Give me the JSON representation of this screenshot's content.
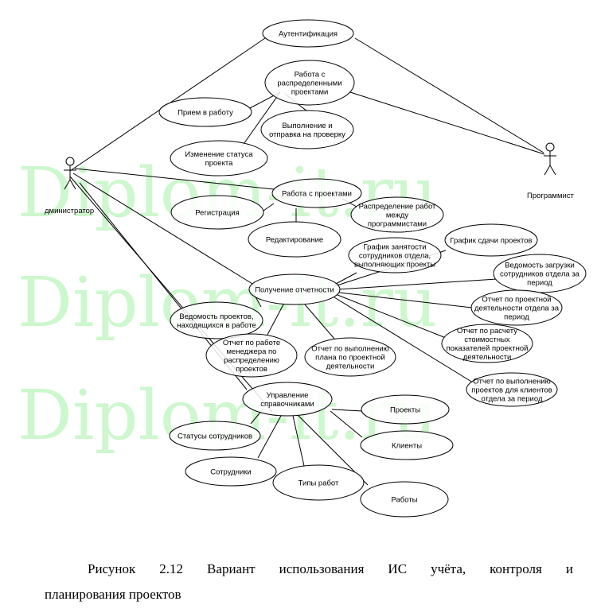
{
  "watermark": {
    "text": "Diplom-it.ru"
  },
  "actors": [
    {
      "id": "admin",
      "label": "дминистратор"
    },
    {
      "id": "prog",
      "label": "Программист"
    }
  ],
  "usecases": [
    {
      "id": "auth",
      "lines": [
        "Аутентификация"
      ]
    },
    {
      "id": "distrib",
      "lines": [
        "Работа с",
        "распределенными",
        "проектами"
      ]
    },
    {
      "id": "hire",
      "lines": [
        "Прием в работу"
      ]
    },
    {
      "id": "exec",
      "lines": [
        "Выполнение и",
        "отправка на проверку"
      ]
    },
    {
      "id": "status",
      "lines": [
        "Изменение статуса",
        "проекта"
      ]
    },
    {
      "id": "projects",
      "lines": [
        "Работа с проектами"
      ]
    },
    {
      "id": "reg",
      "lines": [
        "Регистрация"
      ]
    },
    {
      "id": "assign",
      "lines": [
        "Распределение работ",
        "между",
        "программистами"
      ]
    },
    {
      "id": "edit",
      "lines": [
        "Редактирование"
      ]
    },
    {
      "id": "busy",
      "lines": [
        "График занятости",
        "сотрудников отдела,",
        "выполняющих проекты"
      ]
    },
    {
      "id": "deadline",
      "lines": [
        "График сдачи проектов"
      ]
    },
    {
      "id": "load",
      "lines": [
        "Ведомость загрузки",
        "сотрудников отдела за",
        "период"
      ]
    },
    {
      "id": "reports",
      "lines": [
        "Получение отчетности"
      ]
    },
    {
      "id": "dept",
      "lines": [
        "Отчет по проектной",
        "деятельности отдела за",
        "период"
      ]
    },
    {
      "id": "inwork",
      "lines": [
        "Ведомость проектов,",
        "находящихся в работе"
      ]
    },
    {
      "id": "cost",
      "lines": [
        "Отчет по расчету",
        "стоимостных",
        "показателей проектной",
        "деятельности"
      ]
    },
    {
      "id": "manager",
      "lines": [
        "Отчет по работе",
        "менеджера по",
        "распределению",
        "проектов"
      ]
    },
    {
      "id": "plan",
      "lines": [
        "Отчет по выполнению",
        "плана по проектной",
        "деятельности"
      ]
    },
    {
      "id": "clientrep",
      "lines": [
        "Отчет по выполнению",
        "проектов для клиентов",
        "отдела за период"
      ]
    },
    {
      "id": "refs",
      "lines": [
        "Управление",
        "справочниками"
      ]
    },
    {
      "id": "r_projects",
      "lines": [
        "Проекты"
      ]
    },
    {
      "id": "r_status",
      "lines": [
        "Статусы сотрудников"
      ]
    },
    {
      "id": "r_clients",
      "lines": [
        "Клиенты"
      ]
    },
    {
      "id": "r_staff",
      "lines": [
        "Сотрудники"
      ]
    },
    {
      "id": "r_types",
      "lines": [
        "Типы работ"
      ]
    },
    {
      "id": "r_works",
      "lines": [
        "Работы"
      ]
    }
  ],
  "caption": {
    "line1": "Рисунок 2.12 Вариант использования ИС учёта, контроля и",
    "line2": "планирования проектов"
  }
}
